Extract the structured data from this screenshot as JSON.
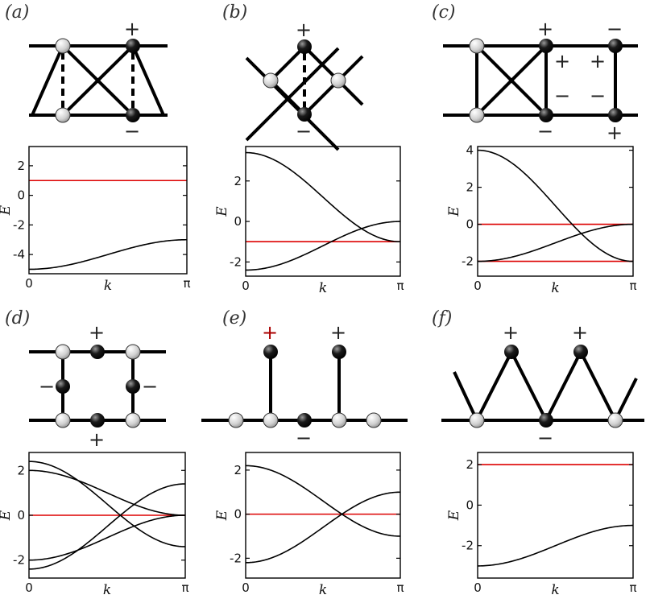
{
  "colors": {
    "ink": "#000000",
    "flat_band": "#dd0000",
    "dark_site": "#111111",
    "light_site": "#d9d9d9"
  },
  "panels": [
    {
      "label": "(a)",
      "signs": [
        "+",
        "−"
      ],
      "plot": {
        "ylabel": "E",
        "xlabel": "k",
        "xticks": [
          "0",
          "π"
        ],
        "yticks": [
          "2",
          "0",
          "-2",
          "-4"
        ],
        "ylim": [
          -5.3,
          3.3
        ],
        "flat": [
          1
        ],
        "bands": [
          {
            "kind": "cos",
            "a": -1,
            "b": -4
          }
        ]
      }
    },
    {
      "label": "(b)",
      "signs": [
        "+",
        "−"
      ],
      "plot": {
        "ylabel": "E",
        "xlabel": "k",
        "xticks": [
          "0",
          "π"
        ],
        "yticks": [
          "2",
          "0",
          "-2"
        ],
        "ylim": [
          -2.7,
          3.7
        ],
        "flat": [
          -1
        ],
        "bands": [
          {
            "kind": "cos",
            "a": 2.2,
            "b": 1.2
          },
          {
            "kind": "cos",
            "a": -1.2,
            "b": -1.2
          }
        ]
      }
    },
    {
      "label": "(c)",
      "signs": [
        "+",
        "−",
        "+",
        "+",
        "−",
        "−",
        "−",
        "+"
      ],
      "plot": {
        "ylabel": "E",
        "xlabel": "k",
        "xticks": [
          "0",
          "π"
        ],
        "yticks": [
          "4",
          "2",
          "0",
          "-2"
        ],
        "ylim": [
          -2.8,
          4.2
        ],
        "flat": [
          0,
          -2
        ],
        "bands": [
          {
            "kind": "cos",
            "a": 3,
            "b": 1
          },
          {
            "kind": "cos",
            "a": -1,
            "b": -1
          }
        ]
      }
    },
    {
      "label": "(d)",
      "signs": [
        "+",
        "−",
        "−",
        "+"
      ],
      "plot": {
        "ylabel": "E",
        "xlabel": "k",
        "xticks": [
          "0",
          "π"
        ],
        "yticks": [
          "2",
          "0",
          "-2"
        ],
        "ylim": [
          -2.8,
          2.8
        ],
        "flat": [
          0
        ],
        "bands": [
          {
            "kind": "cos",
            "a": 1.9,
            "b": 0.5
          },
          {
            "kind": "cos",
            "a": 1,
            "b": 1
          },
          {
            "kind": "cos",
            "a": -1,
            "b": -1
          },
          {
            "kind": "cos",
            "a": -1.9,
            "b": -0.5
          }
        ]
      }
    },
    {
      "label": "(e)",
      "signs": [
        "+",
        "+",
        "−"
      ],
      "plot": {
        "ylabel": "E",
        "xlabel": "k",
        "xticks": [
          "0",
          "π"
        ],
        "yticks": [
          "2",
          "0",
          "-2"
        ],
        "ylim": [
          -2.9,
          2.8
        ],
        "flat": [
          0
        ],
        "bands": [
          {
            "kind": "cos",
            "a": 1.6,
            "b": 0.6
          },
          {
            "kind": "cos",
            "a": -1.6,
            "b": -0.6
          }
        ]
      }
    },
    {
      "label": "(f)",
      "signs": [
        "+",
        "+",
        "−"
      ],
      "plot": {
        "ylabel": "E",
        "xlabel": "k",
        "xticks": [
          "0",
          "π"
        ],
        "yticks": [
          "2",
          "0",
          "-2"
        ],
        "ylim": [
          -3.6,
          2.6
        ],
        "flat": [
          2
        ],
        "bands": [
          {
            "kind": "cos",
            "a": -1,
            "b": -2
          }
        ]
      }
    }
  ]
}
